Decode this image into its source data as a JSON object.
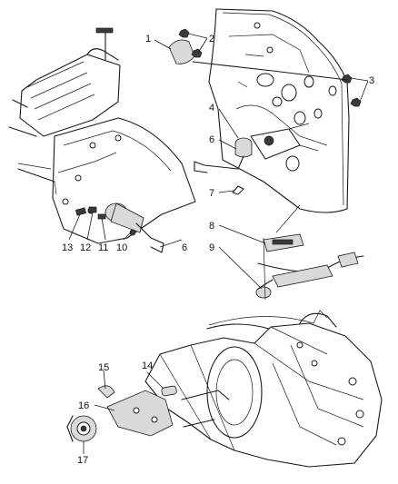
{
  "callouts": [
    {
      "id": "1",
      "label": "1"
    },
    {
      "id": "2",
      "label": "2"
    },
    {
      "id": "3",
      "label": "3"
    },
    {
      "id": "4",
      "label": "4"
    },
    {
      "id": "6a",
      "label": "6"
    },
    {
      "id": "7",
      "label": "7"
    },
    {
      "id": "8",
      "label": "8"
    },
    {
      "id": "9",
      "label": "9"
    },
    {
      "id": "13",
      "label": "13"
    },
    {
      "id": "12",
      "label": "12"
    },
    {
      "id": "11",
      "label": "11"
    },
    {
      "id": "10",
      "label": "10"
    },
    {
      "id": "6b",
      "label": "6"
    },
    {
      "id": "15",
      "label": "15"
    },
    {
      "id": "14",
      "label": "14"
    },
    {
      "id": "16",
      "label": "16"
    },
    {
      "id": "17",
      "label": "17"
    }
  ]
}
